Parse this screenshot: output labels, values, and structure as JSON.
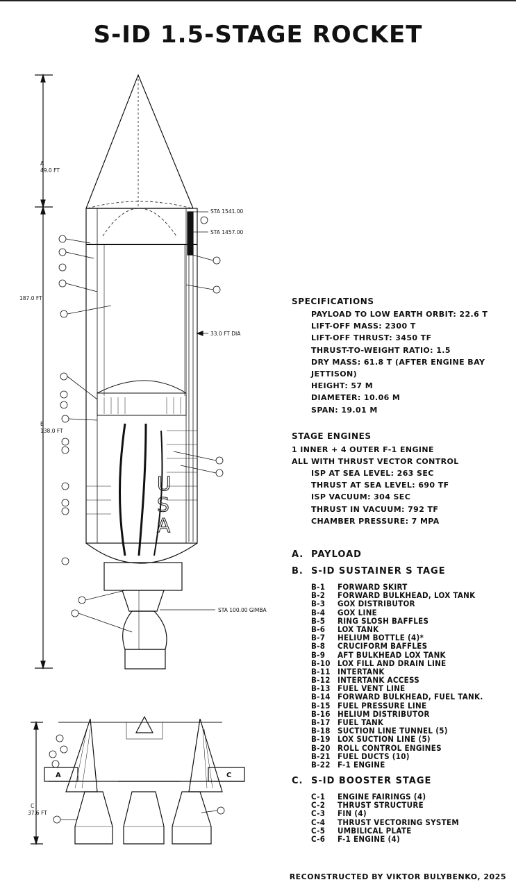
{
  "title": "S-ID 1.5-STAGE ROCKET",
  "diagram_labels": {
    "dim_a": "A",
    "dim_a_value": "49.0 FT",
    "dim_total": "187.0 FT",
    "dim_b": "B",
    "dim_b_value": "138.0 FT",
    "dim_c": "C",
    "dim_c_value": "37.6 FT",
    "sta_upper": "STA 1541.00",
    "sta_lower": "STA 1457.00",
    "diameter": "33.0 FT DIA",
    "sta_gimbal": "STA 100.00 GIMBA",
    "usa": [
      "U",
      "S",
      "A"
    ],
    "fin_a": "A",
    "fin_c": "C"
  },
  "specifications": {
    "heading": "SPECIFICATIONS",
    "items": [
      "PAYLOAD TO LOW EARTH ORBIT:  22.6 T",
      "LIFT-OFF MASS: 2300 T",
      "LIFT-OFF THRUST: 3450 TF",
      "THRUST-TO-WEIGHT RATIO: 1.5",
      "DRY MASS: 61.8 T (AFTER ENGINE BAY",
      "JETTISON)",
      "HEIGHT: 57 M",
      "DIAMETER: 10.06 M",
      "SPAN: 19.01 M"
    ]
  },
  "stage_engines": {
    "heading": "STAGE ENGINES",
    "general": [
      "1 INNER + 4 OUTER F-1 ENGINE",
      "ALL WITH THRUST VECTOR CONTROL"
    ],
    "items": [
      "ISP AT SEA LEVEL: 263 SEC",
      "THRUST AT SEA LEVEL: 690 TF",
      "ISP VACUUM: 304 SEC",
      "THRUST IN VACUUM: 792 TF",
      "CHAMBER PRESSURE: 7 MPA"
    ]
  },
  "sections": [
    {
      "letter": "A.",
      "name": "PAYLOAD",
      "parts": []
    },
    {
      "letter": "B.",
      "name": "S-ID SUSTAINER S TAGE",
      "parts": [
        {
          "code": "B-1",
          "label": "FORWARD SKIRT"
        },
        {
          "code": "B-2",
          "label": "FORWARD BULKHEAD, LOX TANK"
        },
        {
          "code": "B-3",
          "label": "GOX DISTRIBUTOR"
        },
        {
          "code": "B-4",
          "label": "GOX LINE"
        },
        {
          "code": "B-5",
          "label": "RING SLOSH BAFFLES"
        },
        {
          "code": "B-6",
          "label": "LOX TANK"
        },
        {
          "code": "B-7",
          "label": "HELIUM BOTTLE (4)*"
        },
        {
          "code": "B-8",
          "label": "CRUCIFORM BAFFLES"
        },
        {
          "code": "B-9",
          "label": "AFT BULKHEAD LOX TANK"
        },
        {
          "code": "B-10",
          "label": "LOX FILL AND DRAIN LINE"
        },
        {
          "code": "B-11",
          "label": "INTERTANK"
        },
        {
          "code": "B-12",
          "label": "INTERTANK ACCESS"
        },
        {
          "code": "B-13",
          "label": "FUEL VENT LINE"
        },
        {
          "code": "B-14",
          "label": "FORWARD BULKHEAD, FUEL TANK."
        },
        {
          "code": "B-15",
          "label": "FUEL PRESSURE LINE"
        },
        {
          "code": "B-16",
          "label": "HELIUM DISTRIBUTOR"
        },
        {
          "code": "B-17",
          "label": "FUEL TANK"
        },
        {
          "code": "B-18",
          "label": "SUCTION LINE TUNNEL (5)"
        },
        {
          "code": "B-19",
          "label": "LOX SUCTION LINE (5)"
        },
        {
          "code": "B-20",
          "label": "ROLL CONTROL ENGINES"
        },
        {
          "code": "B-21",
          "label": "FUEL DUCTS (10)"
        },
        {
          "code": "B-22",
          "label": "F-1 ENGINE"
        }
      ]
    },
    {
      "letter": "C.",
      "name": "S-ID BOOSTER STAGE",
      "parts": [
        {
          "code": "C-1",
          "label": "ENGINE FAIRINGS (4)"
        },
        {
          "code": "C-2",
          "label": "THRUST STRUCTURE"
        },
        {
          "code": "C-3",
          "label": "FIN (4)"
        },
        {
          "code": "C-4",
          "label": "THRUST VECTORING SYSTEM"
        },
        {
          "code": "C-5",
          "label": "UMBILICAL PLATE"
        },
        {
          "code": "C-6",
          "label": "F-1 ENGINE (4)"
        }
      ]
    }
  ],
  "credit": "RECONSTRUCTED BY VIKTOR BULYBENKO, 2025"
}
